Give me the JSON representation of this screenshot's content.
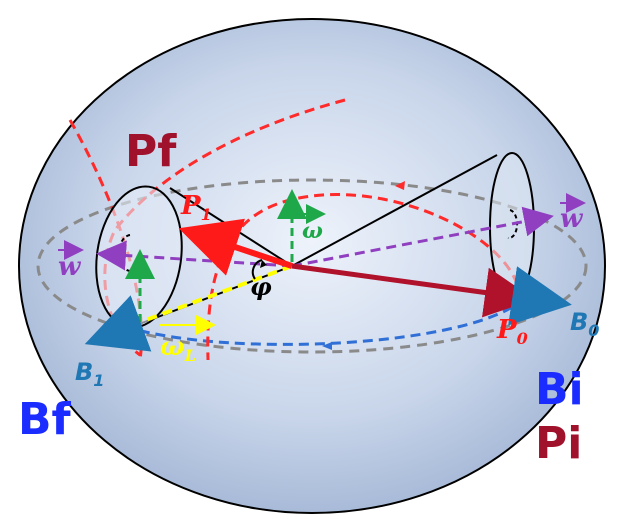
{
  "labels": {
    "pf": "Pf",
    "p1": "P",
    "p1_sub": "1",
    "omega": "ω",
    "w_right": "w",
    "w_left": "w",
    "phi": "φ",
    "omega_l": "ω",
    "omega_l_sub": "L",
    "b0": "B",
    "b0_sub": "0",
    "p0": "P",
    "p0_sub": "0",
    "b1": "B",
    "b1_sub": "1",
    "bf": "Bf",
    "bi": "Bi",
    "pi": "Pi"
  },
  "colors": {
    "sphere_stroke": "#000000",
    "sphere_fill_center": "#e9eef7",
    "sphere_fill_edge": "#9fb3d3",
    "red_dashed": "#ff2a2a",
    "gray_dashed": "#8a8a8a",
    "blue_dashed": "#2f6fd6",
    "purple": "#8f3fbf",
    "green": "#1fa84a",
    "yellow": "#ffff00",
    "dark_red": "#a0112b",
    "red": "#ff1a1a",
    "blue_label": "#1a2cff",
    "b_label_blue": "#1f77b4"
  }
}
